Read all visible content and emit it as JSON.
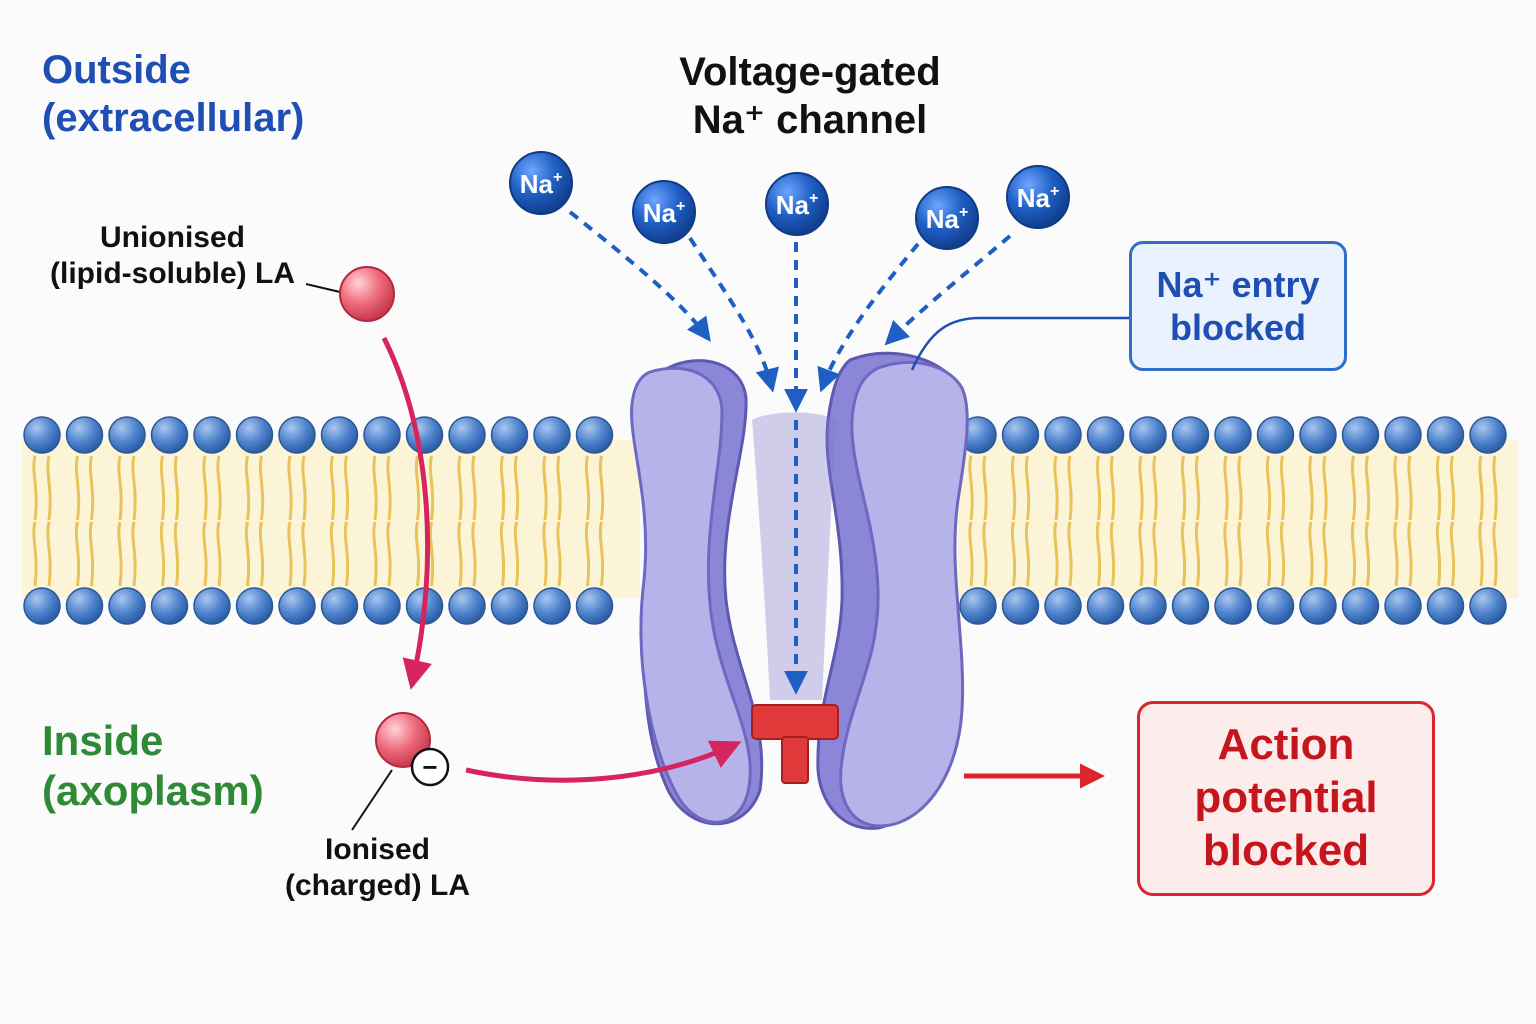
{
  "regions": {
    "outside_line1": "Outside",
    "outside_line2": "(extracellular)",
    "inside_line1": "Inside",
    "inside_line2": "(axoplasm)"
  },
  "channel": {
    "title_line1": "Voltage-gated",
    "title_line2": "Na⁺ channel"
  },
  "sodium_ions": [
    {
      "label": "Na",
      "sup": "+"
    },
    {
      "label": "Na",
      "sup": "+"
    },
    {
      "label": "Na",
      "sup": "+"
    },
    {
      "label": "Na",
      "sup": "+"
    },
    {
      "label": "Na",
      "sup": "+"
    }
  ],
  "local_anaesthetic": {
    "unionised_line1": "Unionised",
    "unionised_line2": "(lipid-soluble) LA",
    "ionised_line1": "Ionised",
    "ionised_line2": "(charged) LA",
    "charge_symbol": "−"
  },
  "callouts": {
    "na_entry_line1": "Na⁺ entry",
    "na_entry_line2": "blocked",
    "action_line1": "Action",
    "action_line2": "potential",
    "action_line3": "blocked"
  },
  "colors": {
    "outside_text": "#1f4fb3",
    "inside_text": "#2f8a36",
    "ion_blue": "#1f5fc4",
    "la_pink": "#e8566a",
    "arrow_magenta": "#d8245c",
    "blocker_red": "#e03a3a",
    "channel_purple": "#b6b2ea",
    "membrane_head": "#4a7fc8",
    "lipid_tail": "#e9c35a"
  }
}
